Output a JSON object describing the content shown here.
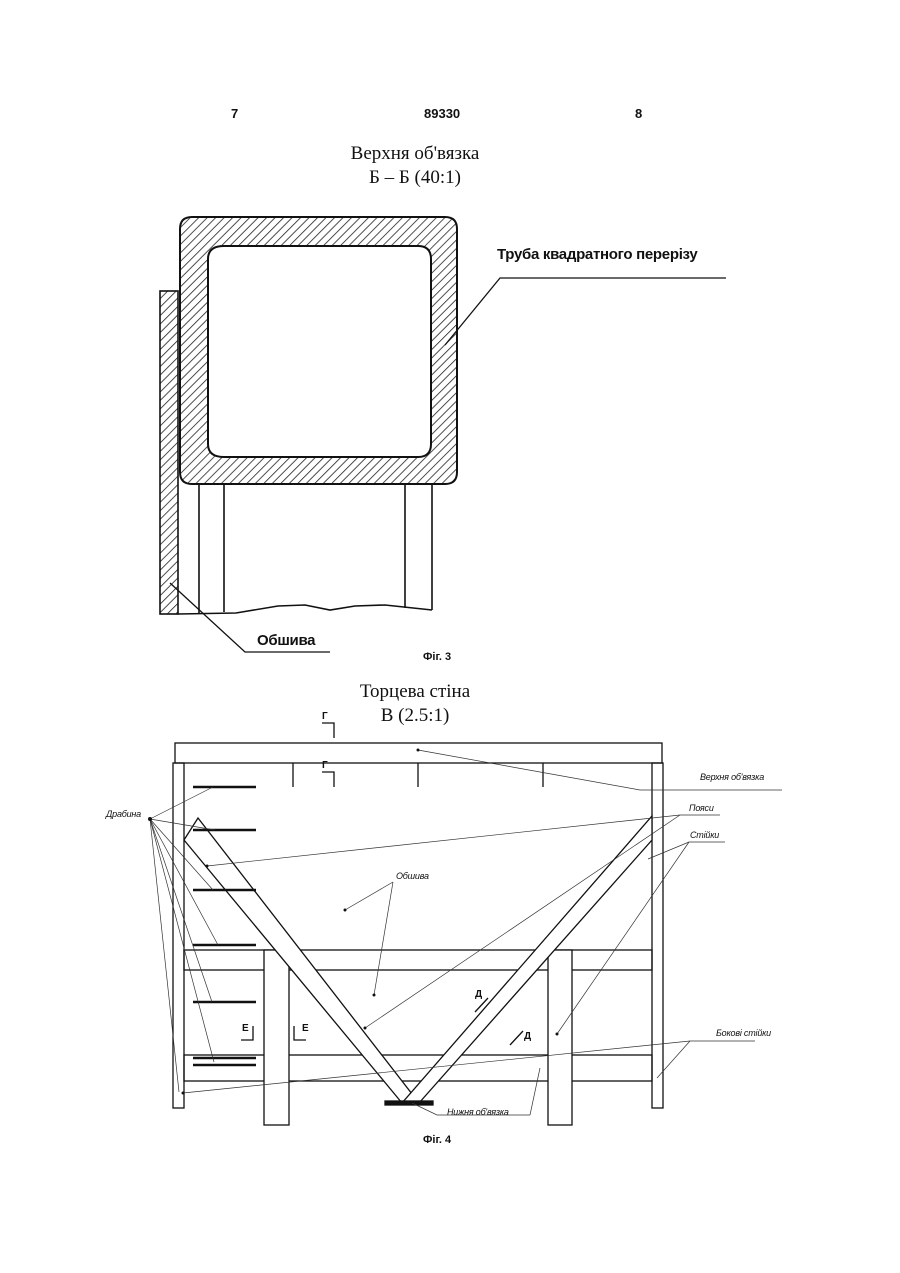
{
  "header": {
    "left_page": "7",
    "patent_number": "89330",
    "right_page": "8"
  },
  "figure3": {
    "title": "Верхня об'вязка",
    "scale": "Б – Б (40:1)",
    "labels": {
      "tube": "Труба квадратного перерізу",
      "sheathing": "Обшива"
    },
    "caption": "Фіг. 3"
  },
  "figure4": {
    "title": "Торцева стіна",
    "scale": "В (2.5:1)",
    "labels": {
      "ladder": "Драбина",
      "top_frame": "Верхня об'вязка",
      "belts": "Пояси",
      "posts": "Стійки",
      "sheathing": "Обшива",
      "side_posts": "Бокові стійки",
      "bottom_frame": "Нижня об'вязка"
    },
    "section_marks": {
      "g": "Г",
      "e": "Е",
      "d": "Д"
    },
    "caption": "Фіг. 4"
  }
}
